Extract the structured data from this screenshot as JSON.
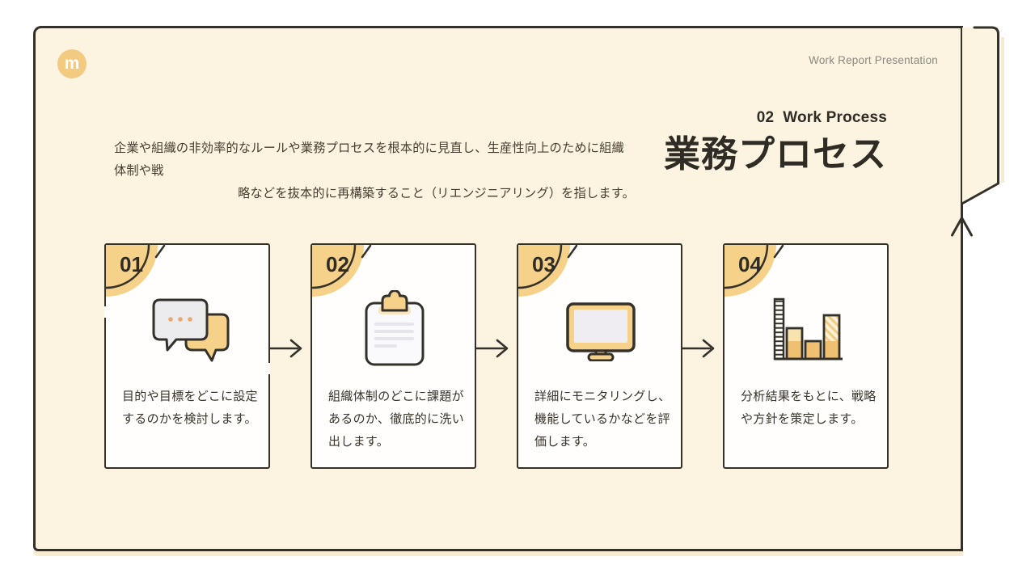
{
  "header": {
    "right_label": "Work Report Presentation"
  },
  "logo": {
    "letter": "m"
  },
  "section": {
    "kicker": "02  Work Process",
    "title": "業務プロセス"
  },
  "description": {
    "line1": "企業や組織の非効率的なルールや業務プロセスを根本的に見直し、生産性向上のために組織体制や戦",
    "line2": "略などを抜本的に再構築すること（リエンジニアリング）を指します。"
  },
  "steps": [
    {
      "number": "01",
      "icon": "chat-bubbles-icon",
      "caption": "目的や目標をどこに設定するのかを検討します。"
    },
    {
      "number": "02",
      "icon": "clipboard-icon",
      "caption": "組織体制のどこに課題があるのか、徹底的に洗い出します。"
    },
    {
      "number": "03",
      "icon": "monitor-icon",
      "caption": "詳細にモニタリングし、機能しているかなどを評価します。"
    },
    {
      "number": "04",
      "icon": "bar-chart-icon",
      "caption": "分析結果をもとに、戦略や方針を策定します。"
    }
  ],
  "decorations": {
    "fold_corner": "page-fold-top-right",
    "up_arrow": "arrow-up-right-edge",
    "between_card_arrows": 3
  },
  "colors": {
    "ink": "#34302A",
    "cream": "#FCF3E0",
    "accent_yellow": "#F5D189",
    "bar_orange": "#EFBF72",
    "icon_gray": "#ECECEE",
    "header_gray": "#8B8880",
    "logo_gold": "#F2CA80"
  }
}
